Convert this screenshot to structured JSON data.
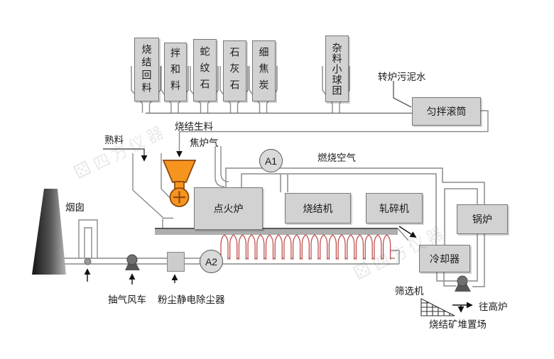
{
  "hoppers": [
    "烧结回料",
    "拌和料",
    "蛇纹石",
    "石灰石",
    "细焦炭",
    "杂料小球团"
  ],
  "equipment": {
    "mixing_drum": "匀拌滚筒",
    "ignition_furnace": "点火炉",
    "sintering_machine": "烧结机",
    "crusher": "轧碎机",
    "boiler": "锅炉",
    "cooler": "冷却器"
  },
  "streams": {
    "converter_sludge_water": "转炉污泥水",
    "sinter_raw_material": "烧结生料",
    "clinker": "熟料",
    "coke_oven_gas": "焦炉气",
    "combustion_air": "燃烧空气",
    "to_blast_furnace": "往高炉"
  },
  "sensors": {
    "a1": "A1",
    "a2": "A2"
  },
  "labels": {
    "chimney": "烟囱",
    "exhaust_fan": "抽气风车",
    "esp": "粉尘静电除尘器",
    "screening_machine": "筛选机",
    "sinter_stockyard": "烧结矿堆置场"
  },
  "watermark": {
    "text": "四方仪器"
  },
  "colors": {
    "orange": "#F7941E",
    "orange_stroke": "#8C4B10",
    "flame_red": "#C0504D",
    "box_fill": "#D2D2D2",
    "line_gray": "#8A8A8A"
  }
}
